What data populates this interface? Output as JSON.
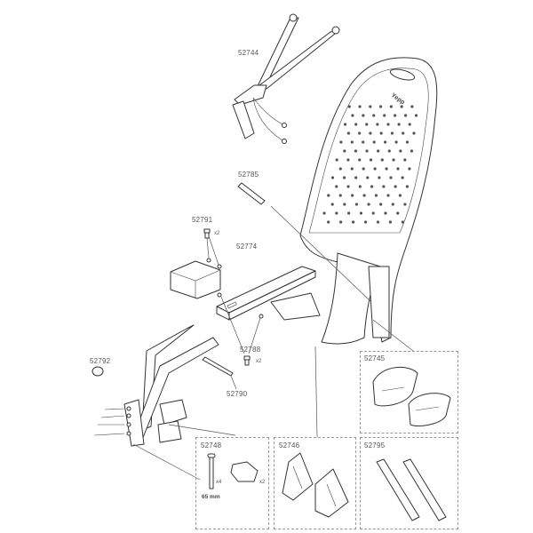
{
  "diagram": {
    "parts": {
      "harness": "52744",
      "pin": "52785",
      "screw_top": "52791",
      "screw_top_qty": "x2",
      "adapter_plate": "52774",
      "screw_bottom": "52788",
      "screw_bottom_qty": "x2",
      "knob": "52792",
      "bolt": "52790",
      "foot_rests": "52745",
      "bolt_set": "52748",
      "bolt_set_qty": "x4",
      "bracket_qty": "x2",
      "bolt_length": "65 mm",
      "side_covers": "52746",
      "straps": "52795"
    },
    "logo": "Yepp"
  }
}
